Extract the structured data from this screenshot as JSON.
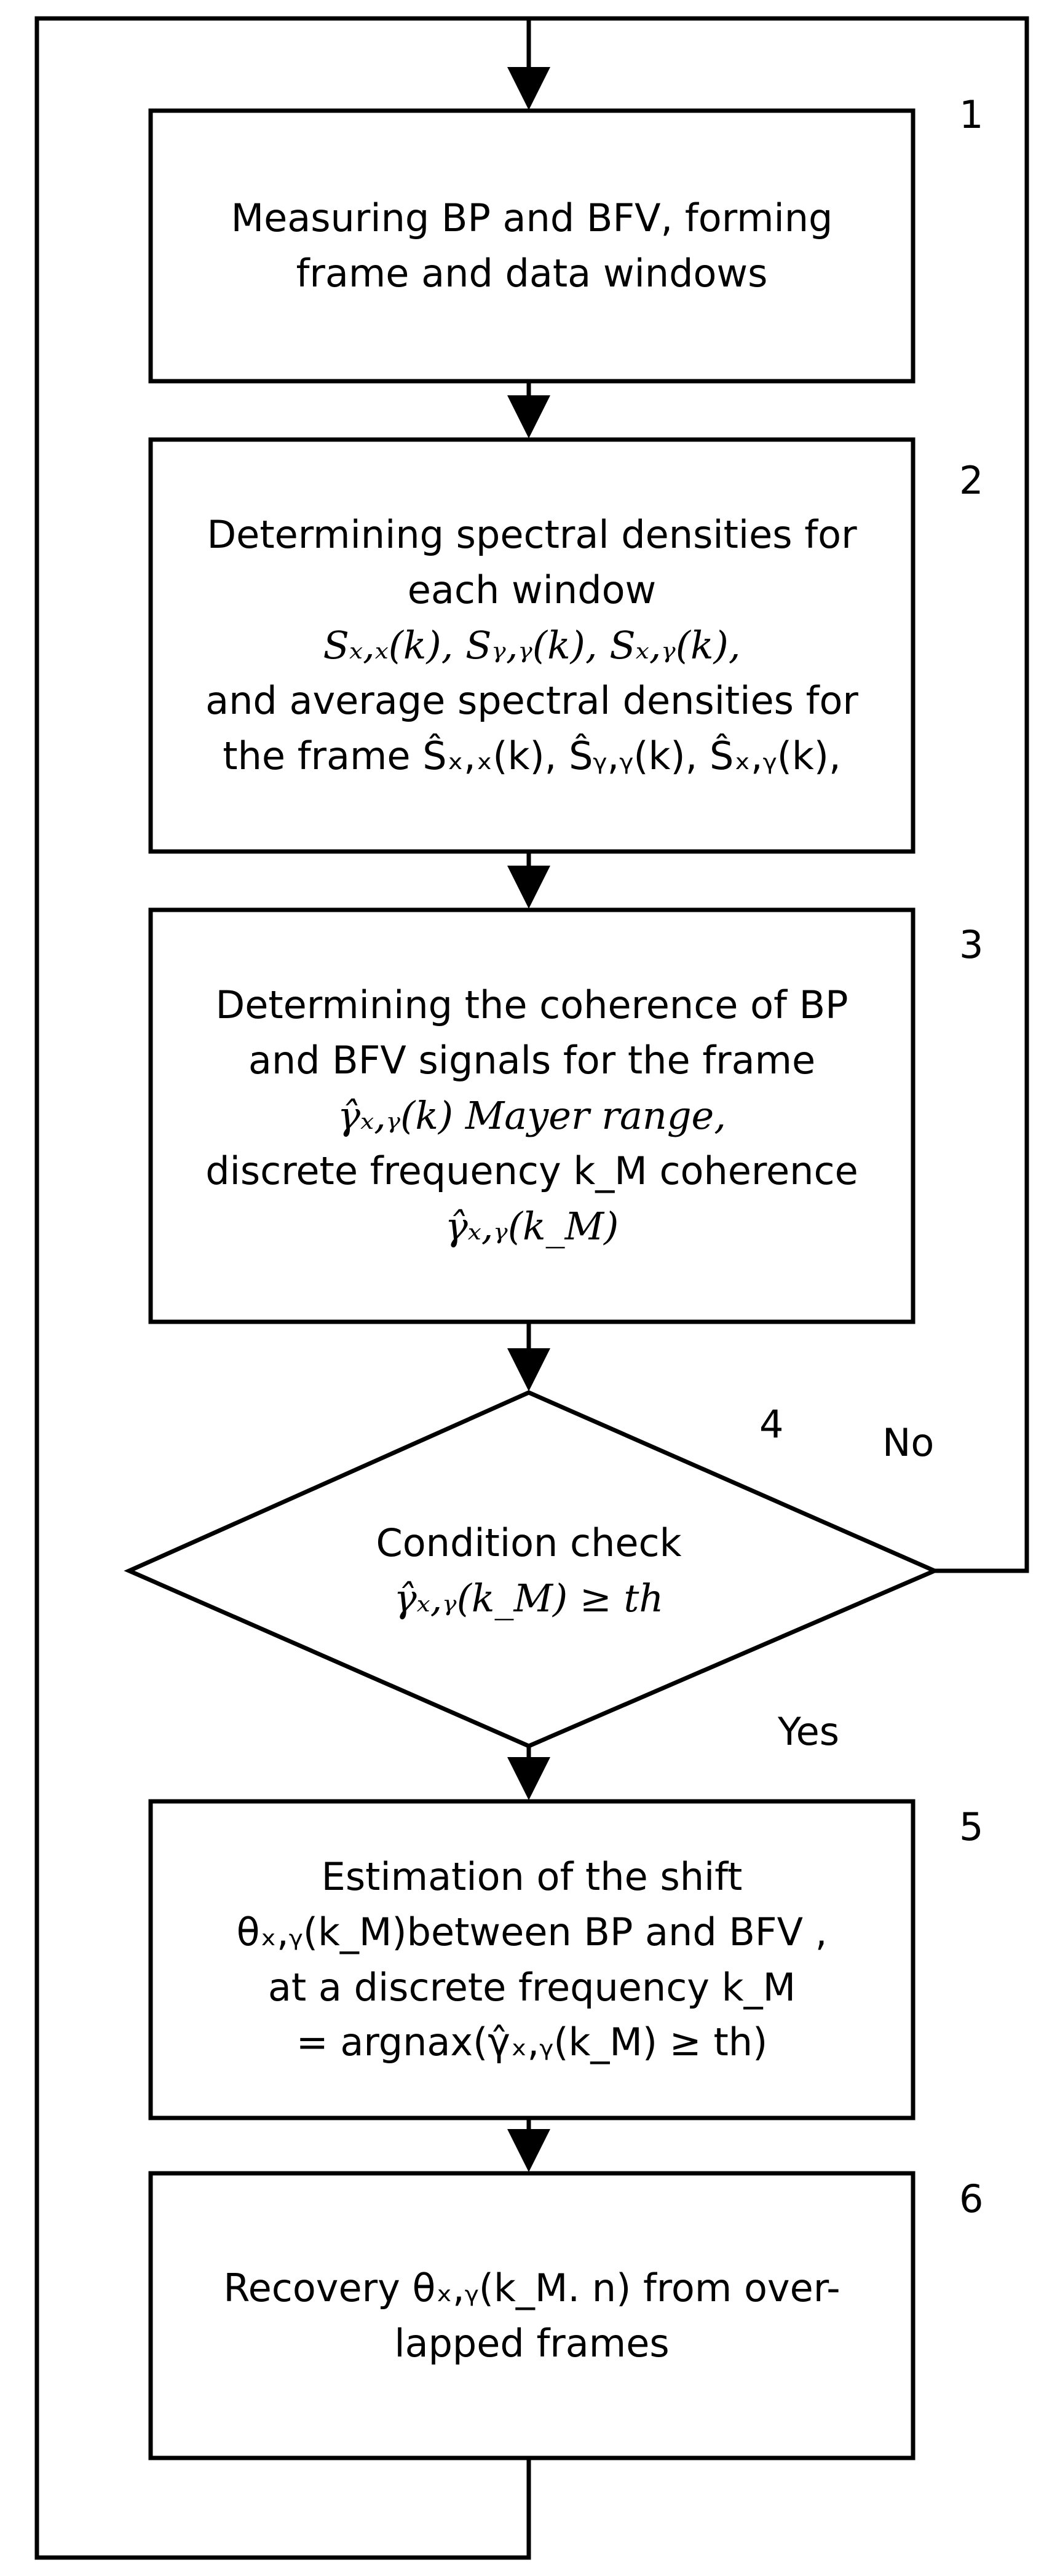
{
  "blocks": [
    {
      "id": "1",
      "number": "1",
      "lines": [
        "Measuring BP and BFV, forming",
        "frame and data windows"
      ]
    },
    {
      "id": "2",
      "number": "2",
      "lines": [
        "Determining spectral densities for",
        "each window",
        "Sₓ,ₓ(k), Sᵧ,ᵧ(k), Sₓ,ᵧ(k),",
        "and average spectral densities for",
        "the frame  Ŝₓ,ₓ(k), Ŝᵧ,ᵧ(k), Ŝₓ,ᵧ(k),"
      ]
    },
    {
      "id": "3",
      "number": "3",
      "lines": [
        "Determining the coherence of BP",
        "and BFV signals for the frame",
        "γ̂ₓ,ᵧ(k)  Mayer range,",
        "discrete frequency k_M  coherence",
        "γ̂ₓ,ᵧ(k_M)"
      ]
    },
    {
      "id": "4",
      "number": "4",
      "lines": [
        "Condition check",
        "γ̂ₓ,ᵧ(k_M) ≥ th"
      ]
    },
    {
      "id": "5",
      "number": "5",
      "lines": [
        "Estimation of the shift",
        "θₓ,ᵧ(k_M)between BP and BFV ,",
        "at a discrete frequency k_M",
        "= argnax(γ̂ₓ,ᵧ(k_M) ≥ th)"
      ]
    },
    {
      "id": "6",
      "number": "6",
      "lines": [
        "Recovery  θₓ,ᵧ(k_M. n)  from over-",
        "lapped frames"
      ]
    }
  ],
  "decision": {
    "no_label": "No",
    "yes_label": "Yes"
  },
  "colors": {
    "stroke": "#000000",
    "background": "#ffffff",
    "text": "#000000"
  }
}
